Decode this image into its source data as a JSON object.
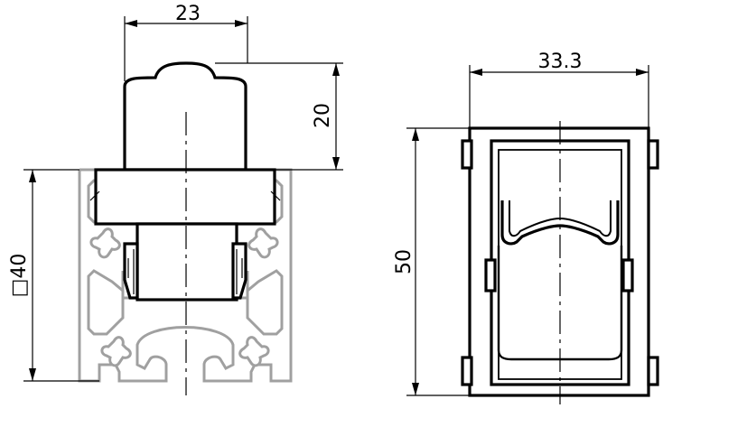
{
  "dimensions": {
    "width_top": "23",
    "height_top": "20",
    "profile_square": "□40",
    "width_right": "33.3",
    "height_right": "50"
  }
}
